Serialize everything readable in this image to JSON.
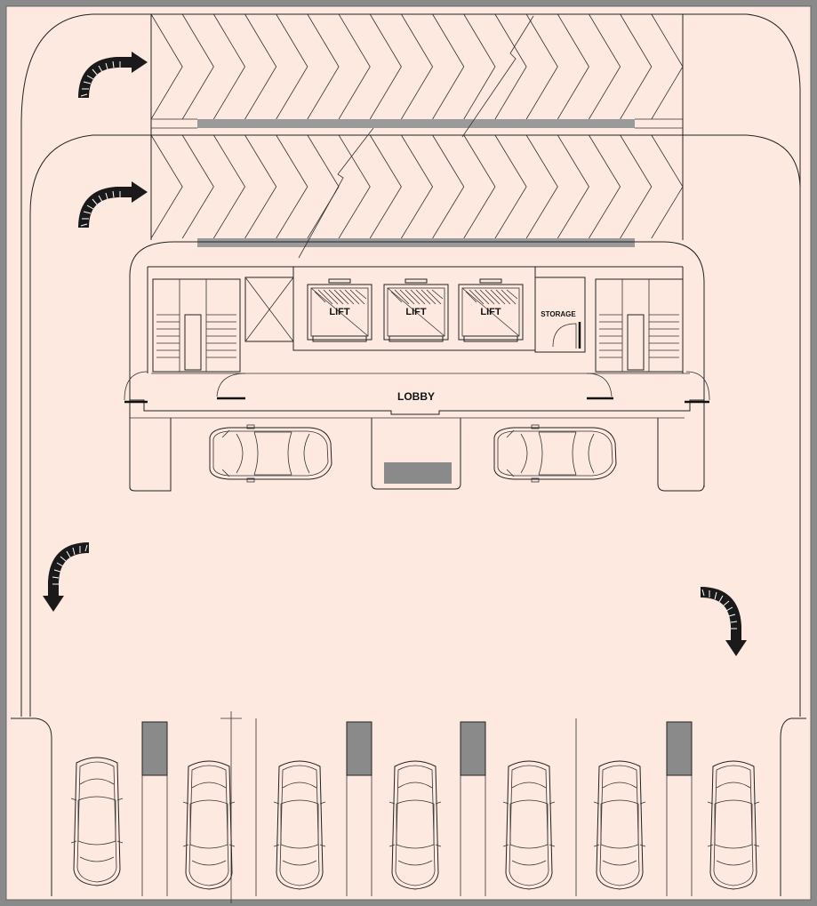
{
  "labels": {
    "lifts": [
      "LIFT",
      "LIFT",
      "LIFT"
    ],
    "storage": "STORAGE",
    "lobby": "LOBBY"
  },
  "colors": {
    "background": "#fde9e0",
    "outer_wall": "#8a8a8a",
    "wall_strip": "#9a9a9a",
    "line": "#222222",
    "arrow": "#1a1a1a"
  },
  "icons": {
    "flow_arrows": [
      "curved-arrow-right-icon",
      "curved-arrow-right-icon",
      "curved-arrow-up-icon",
      "curved-arrow-left-icon"
    ],
    "vehicles": "car-icon"
  },
  "counts": {
    "parking_stalls_top_row": 17,
    "parking_stalls_second_row": 17,
    "bottom_parked_cars": 7,
    "lobby_parked_cars": 2
  }
}
